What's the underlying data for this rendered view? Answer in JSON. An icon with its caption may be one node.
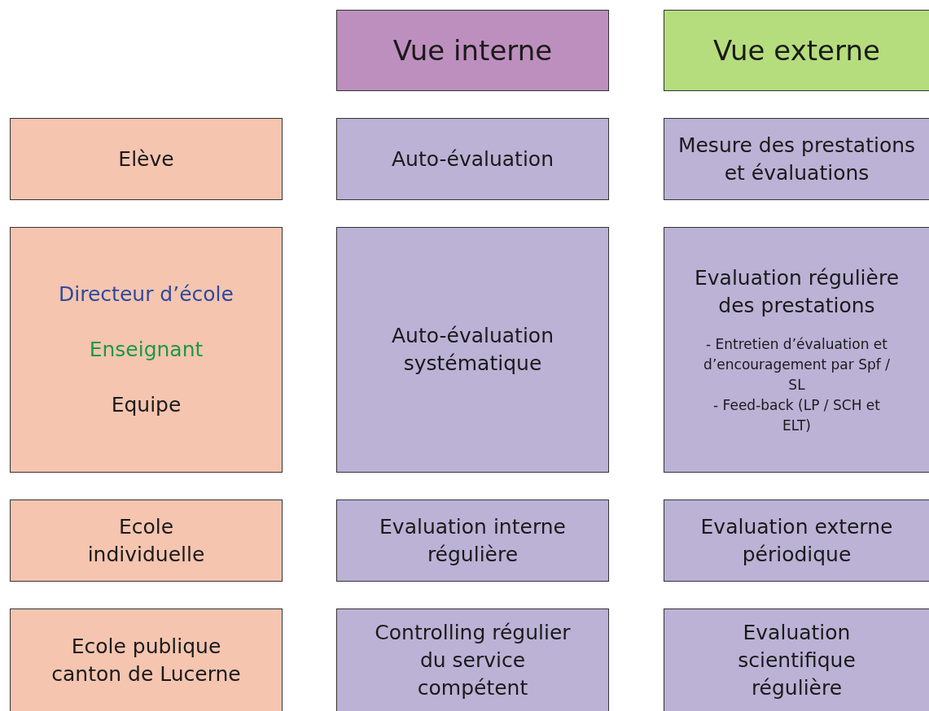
{
  "diagram": {
    "nodes": [
      {
        "text": [
          "Vue interne"
        ]
      },
      {
        "text": [
          "Vue externe"
        ]
      },
      {
        "text": [
          "Elève"
        ]
      },
      {
        "text": [
          "Auto-évaluation"
        ]
      },
      {
        "text": [
          "Mesure des prestations et évaluations"
        ]
      },
      {
        "text": [
          "Directeur d’école",
          "Enseignant",
          "Equipe"
        ]
      },
      {
        "text": [
          "Auto-évaluation systématique"
        ]
      },
      {
        "text": [
          "Evaluation régulière des prestations",
          "- Entretien d’évaluation et d’encouragement par Spf / SL",
          "- Feed-back (LP / SCH et ELT)"
        ]
      },
      {
        "text": [
          "Ecole individuelle"
        ]
      },
      {
        "text": [
          "Evaluation interne régulière"
        ]
      },
      {
        "text": [
          "Evaluation externe périodique"
        ]
      },
      {
        "text": [
          "Ecole publique canton de Lucerne"
        ]
      },
      {
        "text": [
          "Controlling régulier du service compétent"
        ]
      },
      {
        "text": [
          "Evaluation scientifique régulière"
        ]
      }
    ]
  }
}
